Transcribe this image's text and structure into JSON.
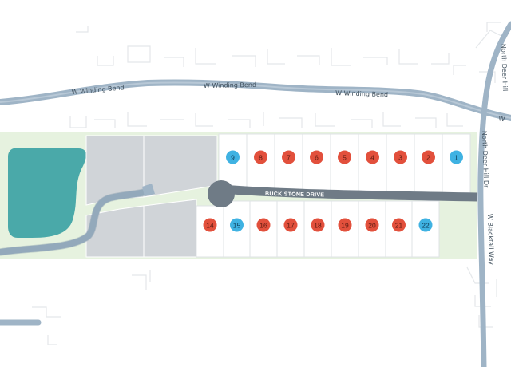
{
  "roads": {
    "winding_bend_label": "W Winding Bend",
    "buck_stone_label": "BUCK STONE DRIVE",
    "north_deer_hill_label": "North Deer Hill Dr",
    "north_deer_hill_label_top": "North Deer Hill",
    "w_label": "W",
    "blacktail_label": "W Blacktail Way"
  },
  "colors": {
    "sold": "#e2503c",
    "available": "#3fb2e2",
    "pond": "#4aa9a9",
    "open_space": "#e6f2df",
    "road": "#9fb4c6",
    "common_lot": "#d0d4d8"
  },
  "lots": {
    "north": [
      {
        "number": "9",
        "status": "available"
      },
      {
        "number": "8",
        "status": "sold"
      },
      {
        "number": "7",
        "status": "sold"
      },
      {
        "number": "6",
        "status": "sold"
      },
      {
        "number": "5",
        "status": "sold"
      },
      {
        "number": "4",
        "status": "sold"
      },
      {
        "number": "3",
        "status": "sold"
      },
      {
        "number": "2",
        "status": "sold"
      },
      {
        "number": "1",
        "status": "available"
      }
    ],
    "south": [
      {
        "number": "14",
        "status": "sold"
      },
      {
        "number": "15",
        "status": "available"
      },
      {
        "number": "16",
        "status": "sold"
      },
      {
        "number": "17",
        "status": "sold"
      },
      {
        "number": "18",
        "status": "sold"
      },
      {
        "number": "19",
        "status": "sold"
      },
      {
        "number": "20",
        "status": "sold"
      },
      {
        "number": "21",
        "status": "sold"
      },
      {
        "number": "22",
        "status": "available"
      }
    ]
  }
}
